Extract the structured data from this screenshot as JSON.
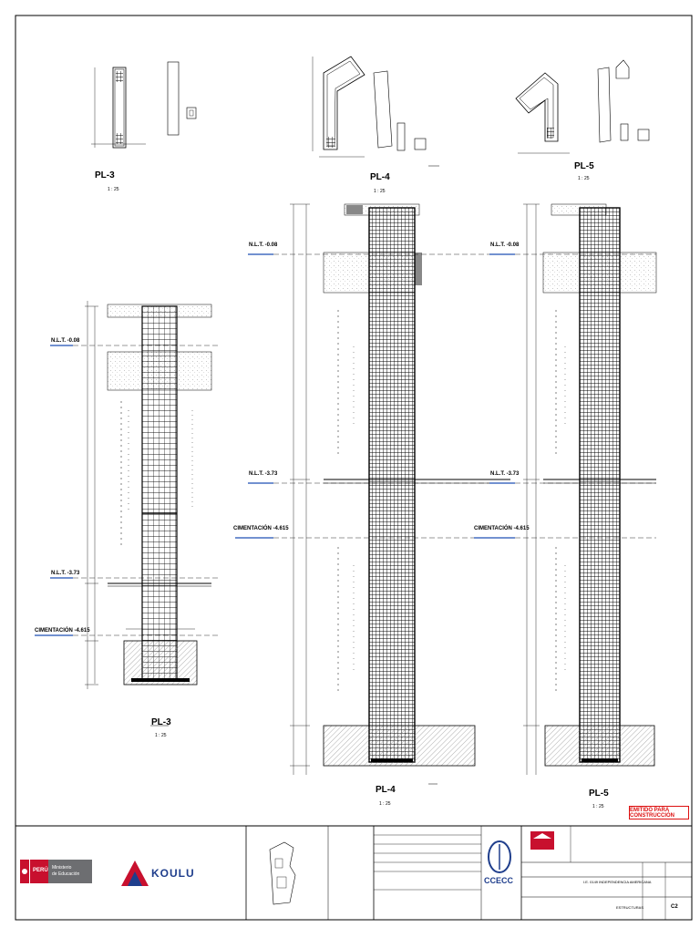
{
  "sheet": {
    "stamp": "EMITIDO PARA CONSTRUCCIÓN"
  },
  "details": {
    "pl3": {
      "title": "PL-3",
      "scale": "1 : 25"
    },
    "pl4": {
      "title": "PL-4",
      "scale": "1 : 25"
    },
    "pl5": {
      "title": "PL-5",
      "scale": "1 : 25"
    }
  },
  "levels": {
    "nlt_top": "N.L.T. -0.08",
    "nlt_mid": "N.L.T. -3.73",
    "cimentacion": "CIMENTACIÓN -4.615"
  },
  "title_block": {
    "ministry_line1": "Ministerio",
    "ministry_line2": "de Educación",
    "peru": "PERÚ",
    "contractor": "KOULU",
    "consortium": "CCECC",
    "project": "I.E. 0149 INDEPENDENCIA AMERICANA",
    "discipline": "ESTRUCTURAS",
    "sheet_code": "C2"
  }
}
